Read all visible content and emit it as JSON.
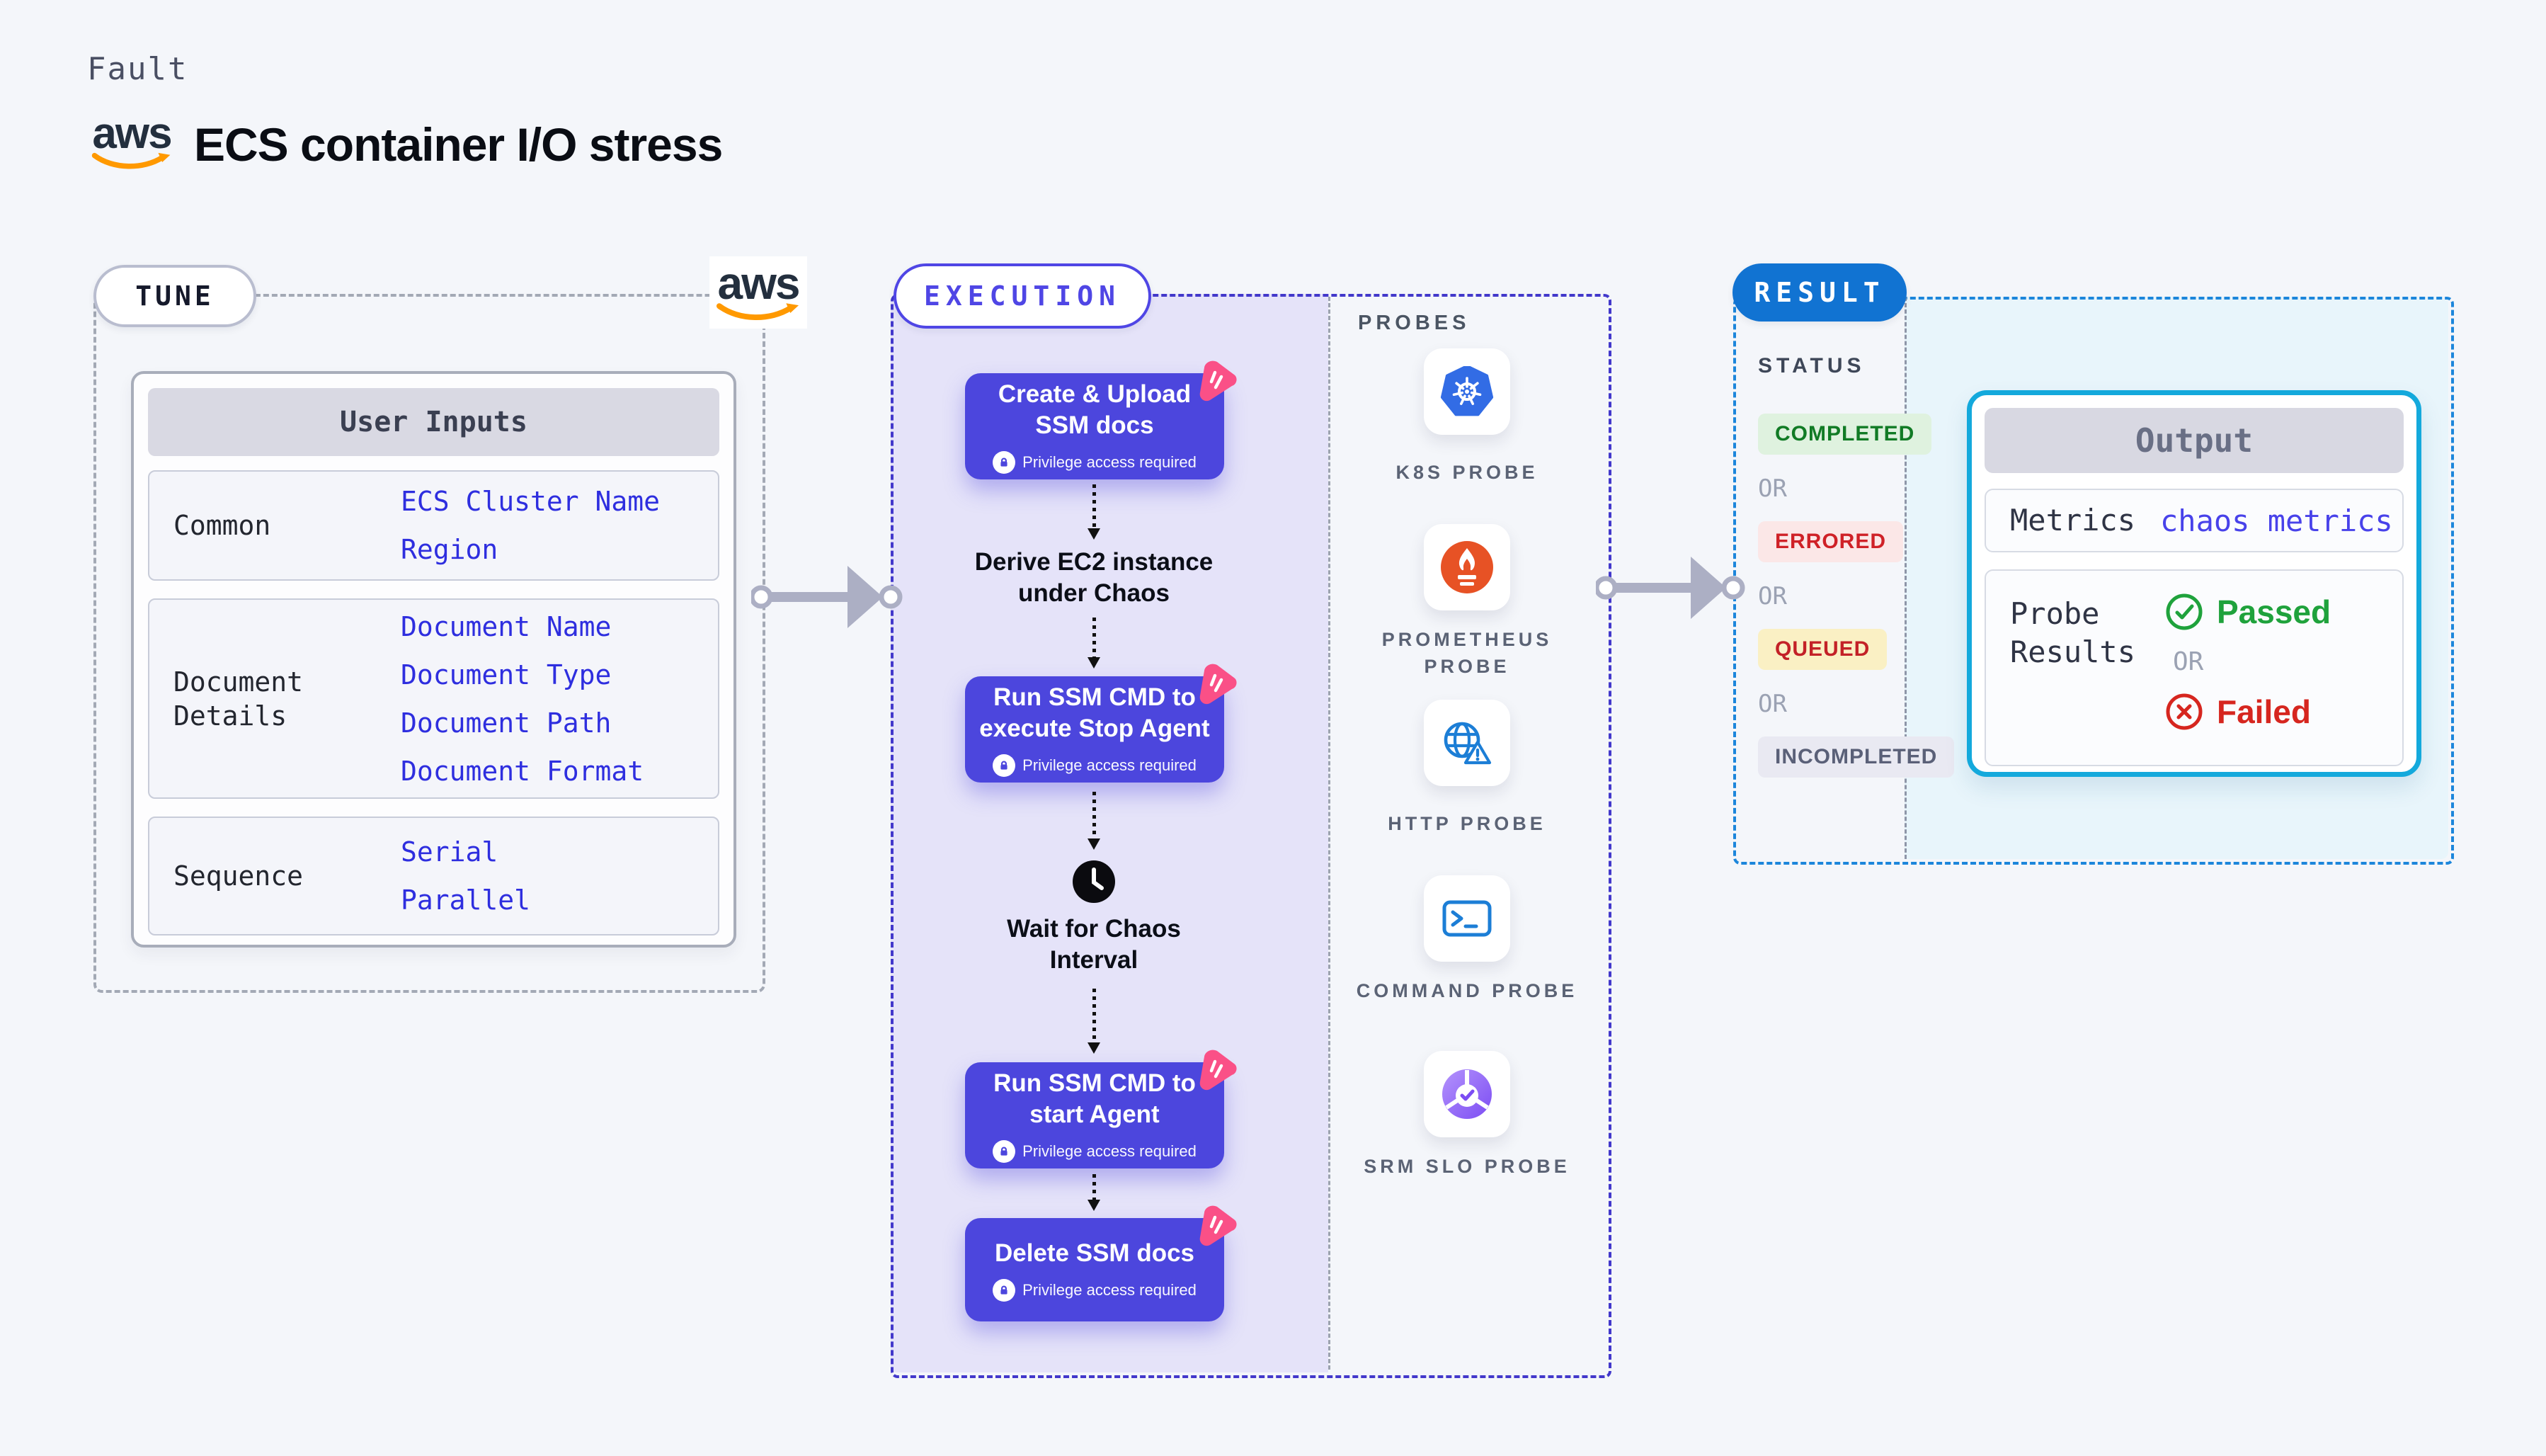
{
  "header": {
    "kicker": "Fault",
    "title": "ECS container I/O stress",
    "aws_logo_text": "aws"
  },
  "tune": {
    "badge": "TUNE",
    "card": {
      "header": "User Inputs",
      "groups": [
        {
          "label": "Common",
          "values": [
            "ECS Cluster Name",
            "Region"
          ]
        },
        {
          "label": "Document Details",
          "values": [
            "Document Name",
            "Document Type",
            "Document Path",
            "Document Format"
          ]
        },
        {
          "label": "Sequence",
          "values": [
            "Serial",
            "Parallel"
          ]
        }
      ]
    }
  },
  "execution": {
    "badge": "EXECUTION",
    "privilege_label": "Privilege access required",
    "steps": [
      {
        "type": "card",
        "title": "Create & Upload SSM docs"
      },
      {
        "type": "text",
        "title": "Derive EC2 instance under Chaos"
      },
      {
        "type": "card",
        "title": "Run SSM CMD to execute Stop Agent"
      },
      {
        "type": "wait",
        "title": "Wait for Chaos Interval",
        "icon": "clock-icon"
      },
      {
        "type": "card",
        "title": "Run SSM CMD to start Agent"
      },
      {
        "type": "card",
        "title": "Delete SSM docs"
      }
    ],
    "probes": {
      "header": "PROBES",
      "items": [
        {
          "label": "K8S PROBE",
          "icon": "kubernetes-icon"
        },
        {
          "label": "PROMETHEUS PROBE",
          "icon": "prometheus-icon"
        },
        {
          "label": "HTTP PROBE",
          "icon": "globe-alert-icon"
        },
        {
          "label": "COMMAND PROBE",
          "icon": "terminal-icon"
        },
        {
          "label": "SRM SLO PROBE",
          "icon": "slo-check-icon"
        }
      ]
    }
  },
  "result": {
    "badge": "RESULT",
    "status": {
      "header": "STATUS",
      "or_label": "OR",
      "badges": [
        {
          "label": "COMPLETED",
          "tone": "success"
        },
        {
          "label": "ERRORED",
          "tone": "error"
        },
        {
          "label": "QUEUED",
          "tone": "warning"
        },
        {
          "label": "INCOMPLETED",
          "tone": "neutral"
        }
      ]
    },
    "output": {
      "header": "Output",
      "metrics_label": "Metrics",
      "metrics_value": "chaos metrics",
      "probe_results_label": "Probe Results",
      "passed_label": "Passed",
      "or_label": "OR",
      "failed_label": "Failed"
    }
  },
  "colors": {
    "page_bg": "#F4F6FA",
    "step_indigo": "#4C46DD",
    "execution_border": "#4238CB",
    "execution_panel": "#E5E3F9",
    "result_border": "#1C86DB",
    "result_fill": "#E8F5FB",
    "result_badge_bg": "#1173D2",
    "output_border": "#14A9DC",
    "input_value_blue": "#2E2EDF",
    "success_green": "#1FA23C",
    "error_red": "#D6261F",
    "aws_orange": "#FF9900",
    "chaos_pink": "#FA5087",
    "arrow_gray": "#ACAFC4"
  }
}
